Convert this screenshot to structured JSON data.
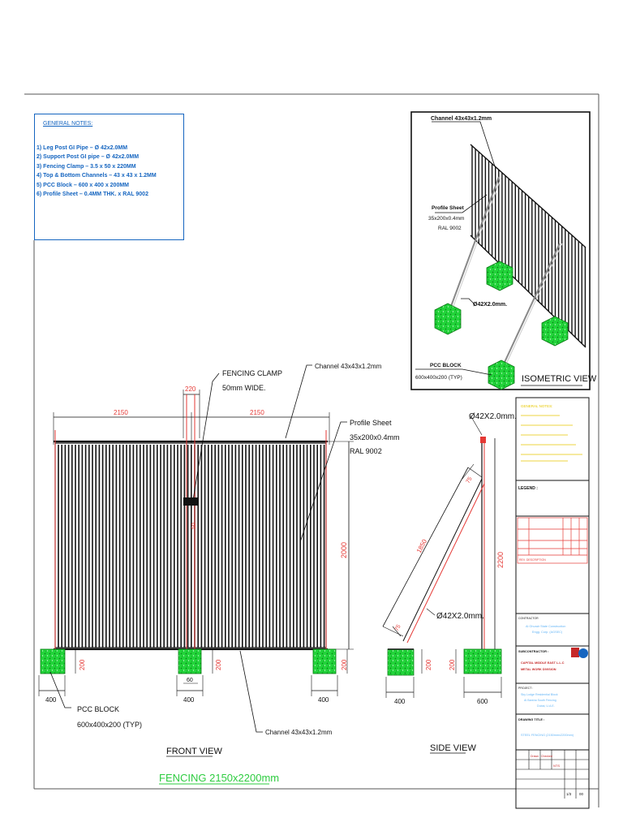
{
  "notes": {
    "title": "GENERAL NOTES:",
    "items": [
      "1)  Leg Post GI Pipe – Ø 42x2.0MM",
      "2)  Support Post GI pipe – Ø 42x2.0MM",
      "3)  Fencing  Clamp – 3.5 x 50 x 220MM",
      "4)  Top & Bottom Channels – 43 x 43 x 1.2MM",
      "5)  PCC  Block – 600 x 400 x 200MM",
      "6) Profile Sheet –  0.4MM THK. x RAL 9002"
    ]
  },
  "isometric": {
    "channel": "Channel 43x43x1.2mm",
    "profile_line1": "Profile Sheet",
    "profile_line2": "35x200x0.4mm",
    "profile_line3": "RAL 9002",
    "pipe": "Ø42X2.0mm.",
    "pcc_line1": "PCC BLOCK",
    "pcc_line2": "600x400x200 (TYP)",
    "title": "ISOMETRIC VIEW"
  },
  "front": {
    "clamp_line1": "FENCING CLAMP",
    "clamp_line2": "50mm WIDE.",
    "dim_clamp": "220",
    "channel_top": "Channel 43x43x1.2mm",
    "dim_left": "2150",
    "dim_right": "2150",
    "profile_line1": "Profile Sheet",
    "profile_line2": "35x200x0.4mm",
    "profile_line3": "RAL 9002",
    "dim_height": "2000",
    "dim_clamp_vert": "50",
    "dim_block_h1": "200",
    "dim_block_h2": "200",
    "dim_block_h3": "200",
    "dim_60": "60",
    "dim_400_1": "400",
    "dim_400_2": "400",
    "dim_400_3": "400",
    "pcc_line1": "PCC BLOCK",
    "pcc_line2": "600x400x200 (TYP)",
    "channel_bottom": "Channel 43x43x1.2mm",
    "view_title": "FRONT VIEW",
    "main_title": "FENCING 2150x2200mm"
  },
  "side": {
    "pipe_top": "Ø42X2.0mm.",
    "dim_75_top": "75",
    "dim_1850": "1850",
    "dim_2200": "2200",
    "pipe_mid": "Ø42X2.0mm.",
    "dim_75_bottom": "75",
    "dim_200_a": "200",
    "dim_200_b": "200",
    "dim_400": "400",
    "dim_600": "600",
    "view_title": "SIDE VIEW"
  },
  "title_block": {
    "notes_head": "GENERAL NOTES:",
    "legend": "LEGEND :",
    "revision": "REV. DESCRIPTION",
    "client_label": "CONTRACTOR",
    "client_line1": "Al Ghurair State Construction",
    "client_line2": "Engg. Corp. (AGSEC)",
    "sub_label": "SUBCONTRACTOR :",
    "company_line1": "CAPITAL MIDDLE EAST L.L.C",
    "company_line2": "METAL WORK DIVISION",
    "project_label": "PROJECT :",
    "project_line1": "Sky Lodge Residential Block",
    "project_line2": "Al Barsha South Fencing",
    "project_line3": "Dubai, U.A.E.",
    "drawing_label": "DRAWING TITLE :",
    "drawing_title": "STEEL FENCING (2150mmx2200mm)",
    "row_drawn": "Drawn",
    "row_checked": "Checked",
    "row_scale": "NTS",
    "sheet": "1/3",
    "rev": "00"
  },
  "colors": {
    "accent_blue": "#1565c0",
    "dim_red": "#e53935",
    "pcc_green": "#22d43a",
    "title_green": "#2ecc40",
    "note_yellow": "#e8c800"
  }
}
